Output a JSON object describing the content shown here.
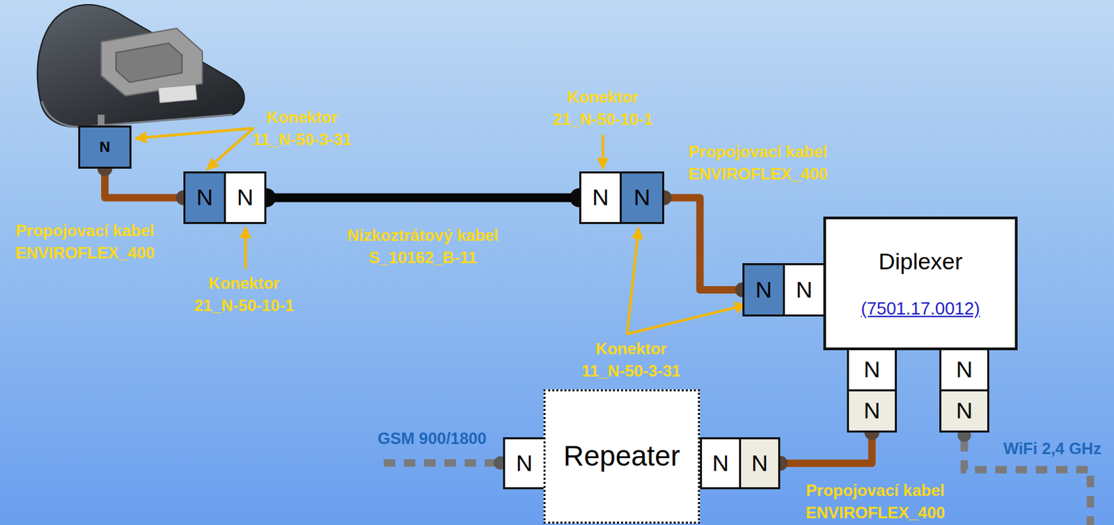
{
  "diagram": {
    "nodes": [
      {
        "text": [
          "N"
        ]
      },
      {
        "text": [
          "N"
        ]
      },
      {
        "text": [
          "N"
        ]
      },
      {
        "text": [
          "N"
        ]
      },
      {
        "text": [
          "N"
        ]
      },
      {
        "text": [
          "N"
        ]
      },
      {
        "text": [
          "N"
        ]
      },
      {
        "text": [
          "Diplexer",
          "(7501.17.0012)"
        ]
      },
      {
        "text": [
          "N"
        ]
      },
      {
        "text": [
          "N"
        ]
      },
      {
        "text": [
          "N"
        ]
      },
      {
        "text": [
          "N"
        ]
      },
      {
        "text": [
          "N"
        ]
      },
      {
        "text": [
          "Repeater"
        ]
      },
      {
        "text": [
          "N"
        ]
      },
      {
        "text": [
          "N"
        ]
      }
    ],
    "edges": [
      {
        "from": 0,
        "to": 1,
        "arrow": "none"
      },
      {
        "from": 2,
        "to": 3,
        "arrow": "none"
      },
      {
        "from": 4,
        "to": 5,
        "arrow": "none"
      },
      {
        "from": 15,
        "to": 10,
        "arrow": "none"
      }
    ],
    "labels": [
      "Konektor 11_N-50-3-31",
      "Konektor 21_N-50-10-1",
      "Propojovací kabel ENVIROFLEX_400",
      "Propojovací kabel ENVIROFLEX_400",
      "Nízkoztrátový kabel S_10162_B-11",
      "Konektor 21_N-50-10-1",
      "Konektor 11_N-50-3-31",
      "GSM 900/1800",
      "WiFi 2,4 GHz",
      "Propojovací kabel ENVIROFLEX_400"
    ]
  }
}
